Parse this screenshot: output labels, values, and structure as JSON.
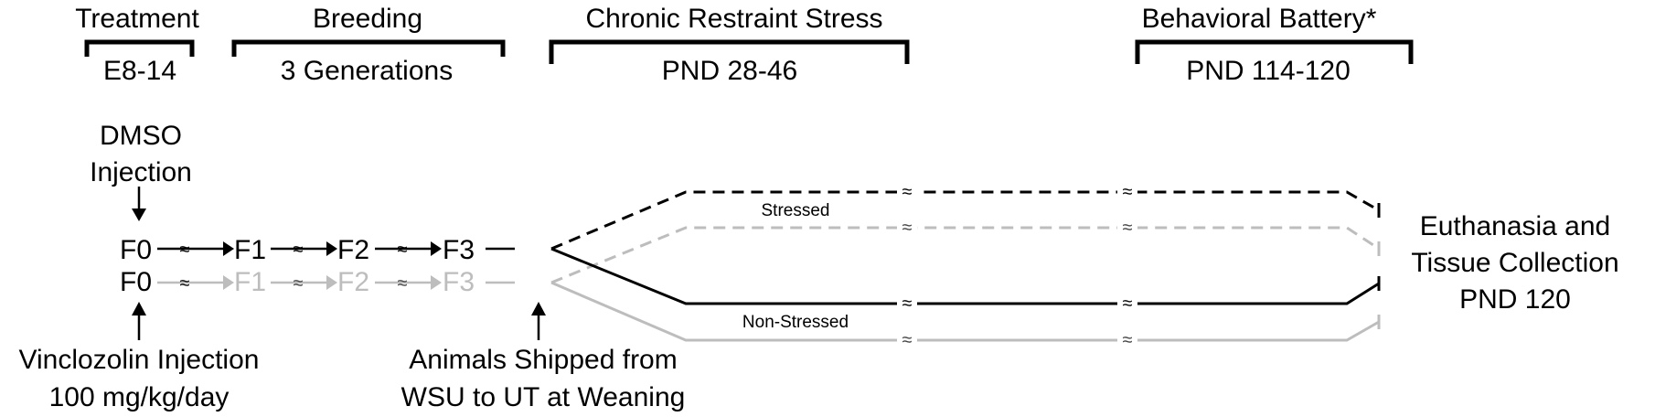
{
  "colors": {
    "main": "#000000",
    "faded": "#bdbdbd"
  },
  "phases": [
    {
      "title": "Treatment",
      "range": "E8-14"
    },
    {
      "title": "Breeding",
      "range": "3 Generations"
    },
    {
      "title": "Chronic Restraint Stress",
      "range": "PND 28-46"
    },
    {
      "title": "Behavioral Battery*",
      "range": "PND 114-120"
    }
  ],
  "dmso": {
    "line1": "DMSO",
    "line2": "Injection"
  },
  "vinclozolin": {
    "line1": "Vinclozolin Injection",
    "line2": "100 mg/kg/day"
  },
  "shipped": {
    "line1": "Animals Shipped from",
    "line2": "WSU to UT at Weaning"
  },
  "generations": {
    "top": [
      "F0",
      "F1",
      "F2",
      "F3"
    ],
    "bottom": [
      "F0",
      "F1",
      "F2",
      "F3"
    ]
  },
  "branches": {
    "stressed": "Stressed",
    "non_stressed": "Non-Stressed"
  },
  "endpoint": {
    "line1": "Euthanasia and",
    "line2": "Tissue Collection",
    "line3": "PND 120"
  },
  "break_glyph": "≈"
}
